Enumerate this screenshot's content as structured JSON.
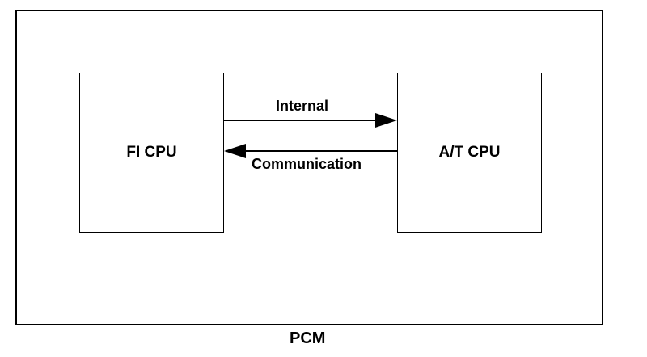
{
  "diagram": {
    "container_label": "PCM",
    "left_block": {
      "label": "FI CPU"
    },
    "right_block": {
      "label": "A/T CPU"
    },
    "connection": {
      "upper_label": "Internal",
      "lower_label": "Communication"
    }
  },
  "colors": {
    "stroke": "#000000",
    "background": "#ffffff"
  }
}
